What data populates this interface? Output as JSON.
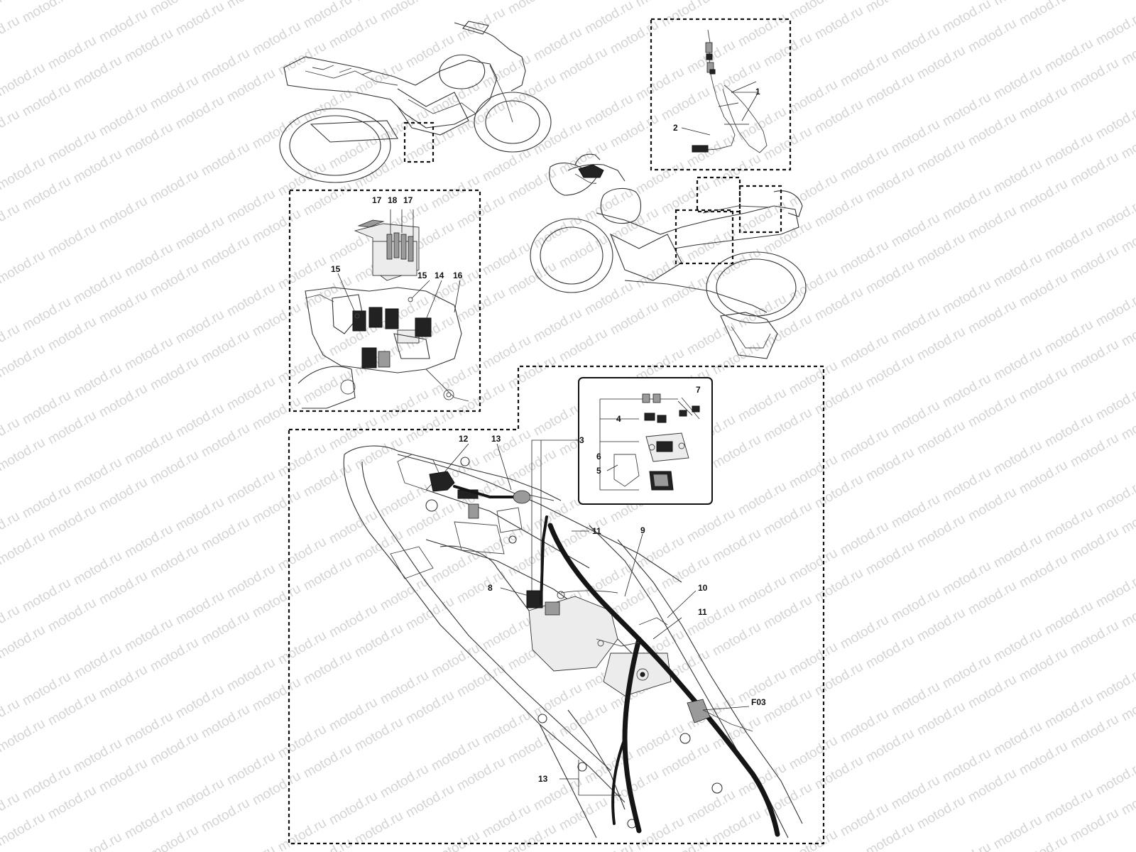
{
  "watermark": "motod.ru",
  "callouts": {
    "c1": "1",
    "c2": "2",
    "c3": "3",
    "c4": "4",
    "c5": "5",
    "c6": "6",
    "c7": "7",
    "c8": "8",
    "c9": "9",
    "c10": "10",
    "c11a": "11",
    "c11b": "11",
    "c12": "12",
    "c13a": "13",
    "c13b": "13",
    "c14": "14",
    "c15a": "15",
    "c15b": "15",
    "c16": "16",
    "c17a": "17",
    "c18": "18",
    "c17b": "17",
    "cF03": "F03"
  }
}
